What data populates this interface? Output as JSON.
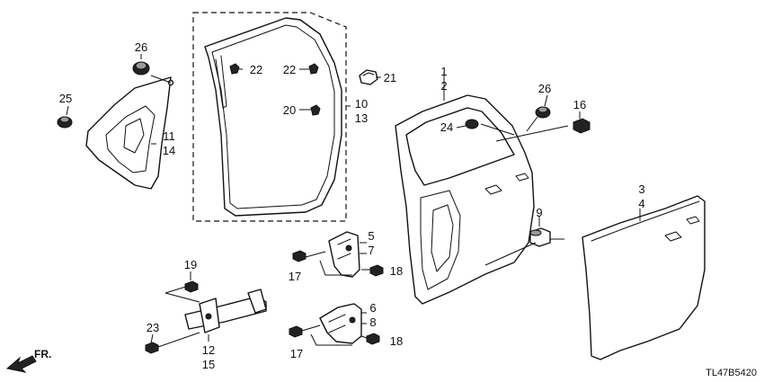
{
  "labels": {
    "p1": "1",
    "p2": "2",
    "p3": "3",
    "p4": "4",
    "p5": "5",
    "p6": "6",
    "p7": "7",
    "p8": "8",
    "p9": "9",
    "p10": "10",
    "p11": "11",
    "p12": "12",
    "p13": "13",
    "p14": "14",
    "p15": "15",
    "p16": "16",
    "p17a": "17",
    "p17b": "17",
    "p18a": "18",
    "p18b": "18",
    "p19": "19",
    "p20": "20",
    "p21": "21",
    "p22a": "22",
    "p22b": "22",
    "p23": "23",
    "p24": "24",
    "p25": "25",
    "p26a": "26",
    "p26b": "26"
  },
  "direction": "FR.",
  "diagram_code": "TL47B5420",
  "icons": {
    "direction_arrow": "arrow-left-icon"
  }
}
